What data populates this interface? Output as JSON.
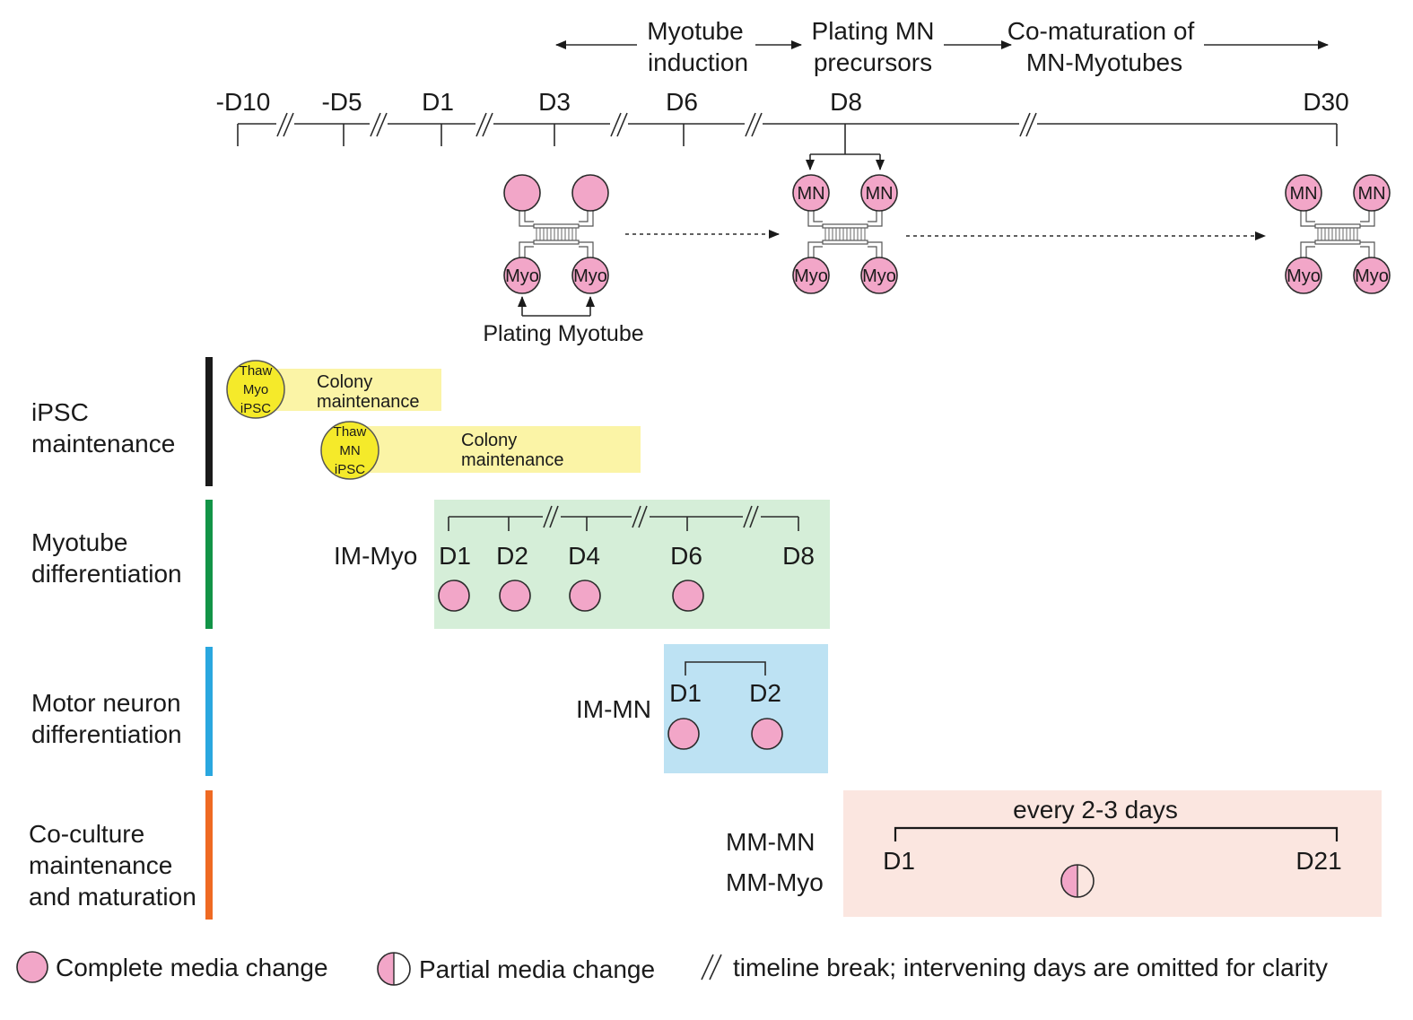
{
  "top_phases": {
    "myotube_induction": [
      "Myotube",
      "induction"
    ],
    "plating_mn": [
      "Plating MN",
      "precursors"
    ],
    "co_maturation": [
      "Co-maturation of",
      "MN-Myotubes"
    ]
  },
  "timeline_days": [
    "-D10",
    "-D5",
    "D1",
    "D3",
    "D6",
    "D8",
    "D30"
  ],
  "device_labels": {
    "myo": "Myo",
    "mn": "MN",
    "plating_myotube": "Plating Myotube"
  },
  "lanes": {
    "ipsc": [
      "iPSC",
      "maintenance"
    ],
    "myotube": [
      "Myotube",
      "differentiation"
    ],
    "motor_neuron": [
      "Motor neuron",
      "differentiation"
    ],
    "coculture": [
      "Co-culture",
      "maintenance",
      "and maturation"
    ]
  },
  "ipsc_boxes": {
    "thaw_myo": [
      "Thaw",
      "Myo",
      "iPSC"
    ],
    "thaw_mn": [
      "Thaw",
      "MN",
      "iPSC"
    ],
    "colony": [
      "Colony",
      "maintenance"
    ]
  },
  "myotube_diff": {
    "medium": "IM-Myo",
    "days": [
      "D1",
      "D2",
      "D4",
      "D6",
      "D8"
    ]
  },
  "mn_diff": {
    "medium": "IM-MN",
    "days": [
      "D1",
      "D2"
    ]
  },
  "coculture": {
    "media": [
      "MM-MN",
      "MM-Myo"
    ],
    "every": "every 2-3 days",
    "start": "D1",
    "end": "D21"
  },
  "legend": {
    "complete": "Complete media change",
    "partial": "Partial media change",
    "break": "timeline break; intervening days are omitted for clarity"
  },
  "colors": {
    "lane_ipsc": "#1a1a1a",
    "lane_myotube": "#129447",
    "lane_mn": "#2aa7df",
    "lane_coculture": "#ef6a23",
    "colony_bg": "#fbf4a6",
    "myotube_bg": "#d5eed8",
    "mn_bg": "#bde2f3",
    "coculture_bg": "#fbe6e0",
    "media_change": "#f2a6c8",
    "thaw": "#f5ea2a"
  }
}
